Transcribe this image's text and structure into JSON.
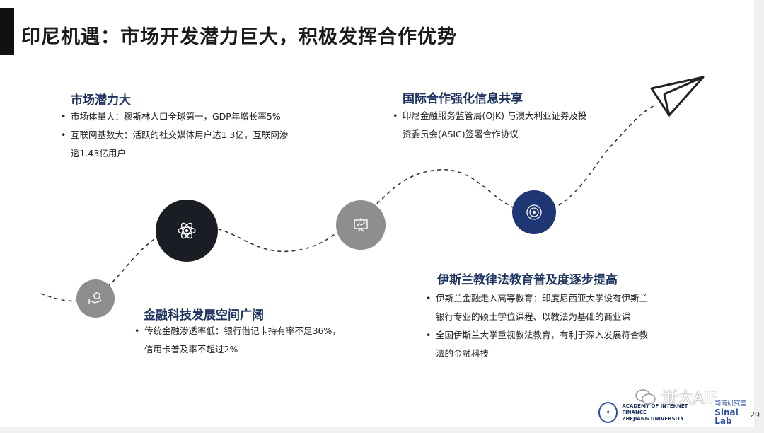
{
  "title": "印尼机遇：市场开发潜力巨大，积极发挥合作优势",
  "page_number": "29",
  "colors": {
    "navy": "#1e3461",
    "gray": "#8e8e8e",
    "deep_blue": "#1f3675"
  },
  "sections": {
    "market": {
      "title": "市场潜力大",
      "bullets": [
        "市场体量大：穆斯林人口全球第一，GDP年增长率5%",
        "互联网基数大：活跃的社交媒体用户达1.3亿，互联网渗",
        "透1.43亿用户"
      ]
    },
    "fintech": {
      "title": "金融科技发展空间广阔",
      "bullets": [
        "传统金融渗透率低：银行借记卡持有率不足36%，",
        "信用卡普及率不超过2%"
      ]
    },
    "cooperation": {
      "title": "国际合作强化信息共享",
      "bullets": [
        "印尼金融服务监管局(OJK) 与澳大利亚证券及投",
        "资委员会(ASIC)签署合作协议"
      ]
    },
    "education": {
      "title": "伊斯兰教律法教育普及度逐步提高",
      "bullets": [
        "伊斯兰金融走入高等教育：印度尼西亚大学设有伊斯兰",
        "银行专业的硕士学位课程、以教法为基础的商业课",
        "全国伊斯兰大学重视教法教育，有利于深入发展符合教",
        "法的金融科技"
      ]
    }
  },
  "icons": [
    "hand-coin-icon",
    "atom-icon",
    "presentation-icon",
    "target-icon",
    "paper-plane-icon"
  ],
  "footer": {
    "watermark": "浙大AIF",
    "academy_line1": "ACADEMY OF INTERNET FINANCE",
    "academy_line2": "ZHEJIANG UNIVERSITY",
    "lab_cn": "司南研究室",
    "lab_en": "Sinai Lab"
  }
}
